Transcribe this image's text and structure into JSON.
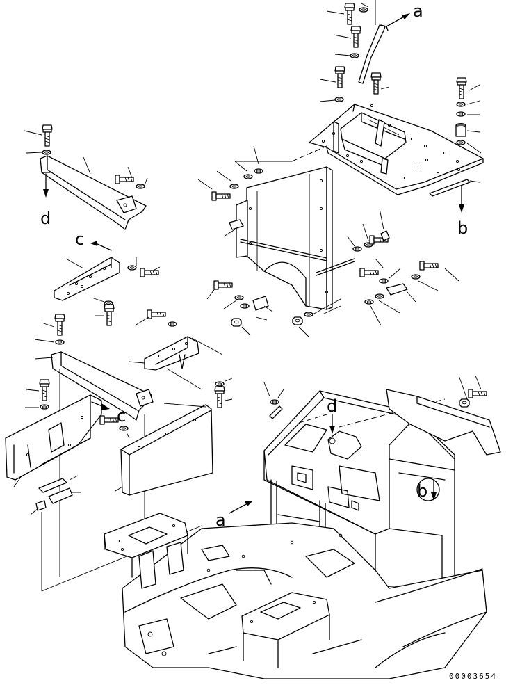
{
  "labels": {
    "a_top": "a",
    "a_bottom": "a",
    "b_right": "b",
    "b_cab": "b",
    "c_mid": "c",
    "c_left": "c",
    "d_left": "d",
    "d_cab": "d"
  },
  "drawing_code": "00003654"
}
